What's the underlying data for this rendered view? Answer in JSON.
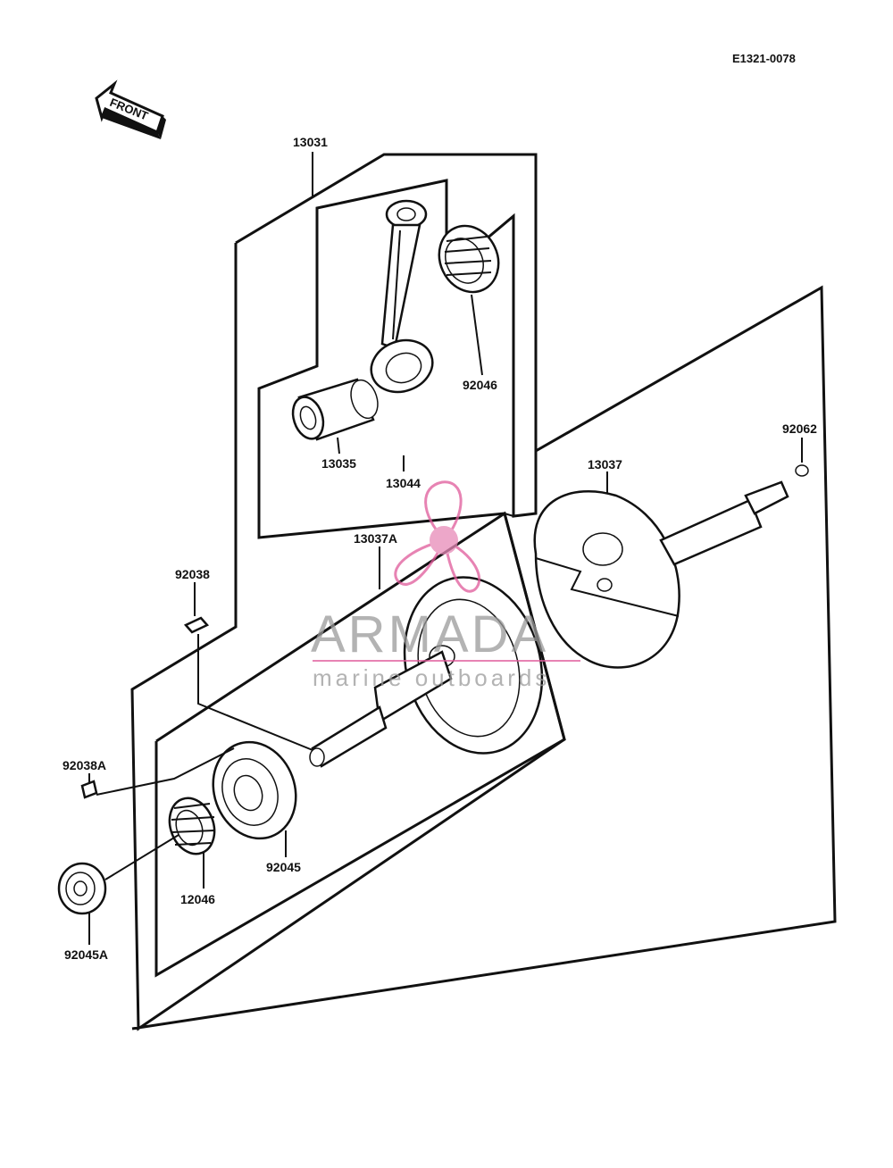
{
  "diagram_code": "E1321-0078",
  "front_label": "FRONT",
  "watermark": {
    "brand": "ARMADA",
    "tagline": "marine outboards",
    "logo_color": "#e05a9a"
  },
  "part_labels": {
    "p13031": "13031",
    "p92046": "92046",
    "p13035": "13035",
    "p13044": "13044",
    "p92062": "92062",
    "p13037": "13037",
    "p13037A": "13037A",
    "p92038": "92038",
    "p92038A": "92038A",
    "p92045": "92045",
    "p12046": "12046",
    "p92045A": "92045A"
  }
}
